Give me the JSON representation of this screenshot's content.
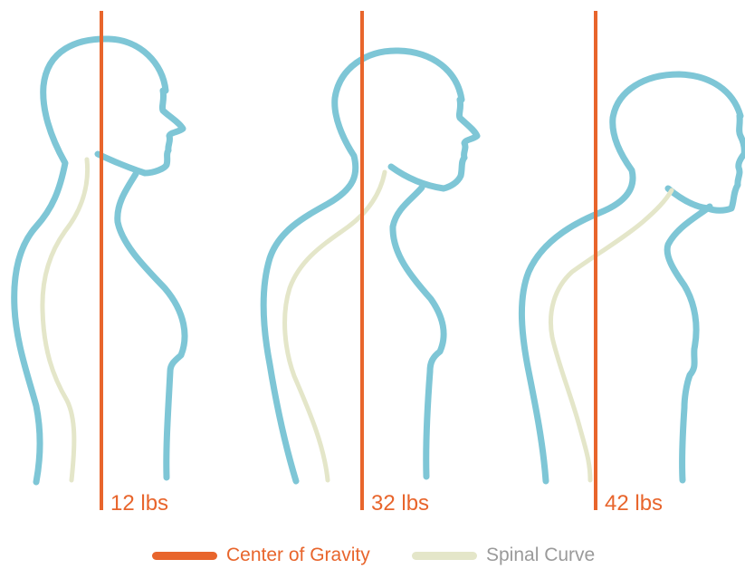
{
  "figures": [
    {
      "weight_label": "12 lbs"
    },
    {
      "weight_label": "32 lbs"
    },
    {
      "weight_label": "42 lbs"
    }
  ],
  "legend": {
    "center_of_gravity": "Center of Gravity",
    "spinal_curve": "Spinal Curve"
  },
  "colors": {
    "center_of_gravity": "#e8652c",
    "spinal_curve": "#e4e6c9",
    "body_outline": "#7ec6d6",
    "spinal_curve_label": "#9a9a9a"
  }
}
